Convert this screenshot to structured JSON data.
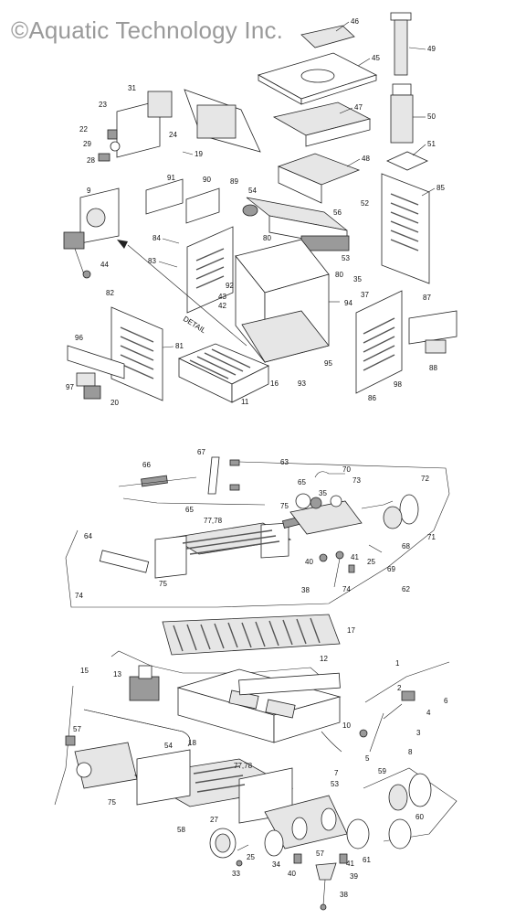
{
  "watermark": "©Aquatic Technology Inc.",
  "detail_label": "DETAIL",
  "callouts": {
    "top": [
      "46",
      "45",
      "49",
      "31",
      "23",
      "24",
      "50",
      "47",
      "22",
      "29",
      "28",
      "19",
      "51",
      "48",
      "91",
      "90",
      "89",
      "9",
      "54",
      "52",
      "85",
      "56",
      "84",
      "80",
      "83",
      "53",
      "44",
      "92",
      "80",
      "35",
      "37",
      "43",
      "42",
      "82",
      "87",
      "94",
      "96",
      "81",
      "95",
      "86",
      "88",
      "98",
      "97",
      "16",
      "93",
      "20",
      "11"
    ],
    "middle": [
      "67",
      "63",
      "70",
      "66",
      "65",
      "73",
      "72",
      "35",
      "75",
      "65",
      "77,78",
      "71",
      "68",
      "64",
      "40",
      "41",
      "25",
      "74",
      "69",
      "75",
      "74",
      "38",
      "62"
    ],
    "bottom": [
      "17",
      "12",
      "1",
      "15",
      "13",
      "2",
      "4",
      "6",
      "3",
      "18",
      "10",
      "8",
      "5",
      "57",
      "54",
      "7",
      "77,78",
      "59",
      "53",
      "75",
      "27",
      "60",
      "58",
      "25",
      "34",
      "57",
      "41",
      "61",
      "33",
      "40",
      "39",
      "38"
    ]
  }
}
